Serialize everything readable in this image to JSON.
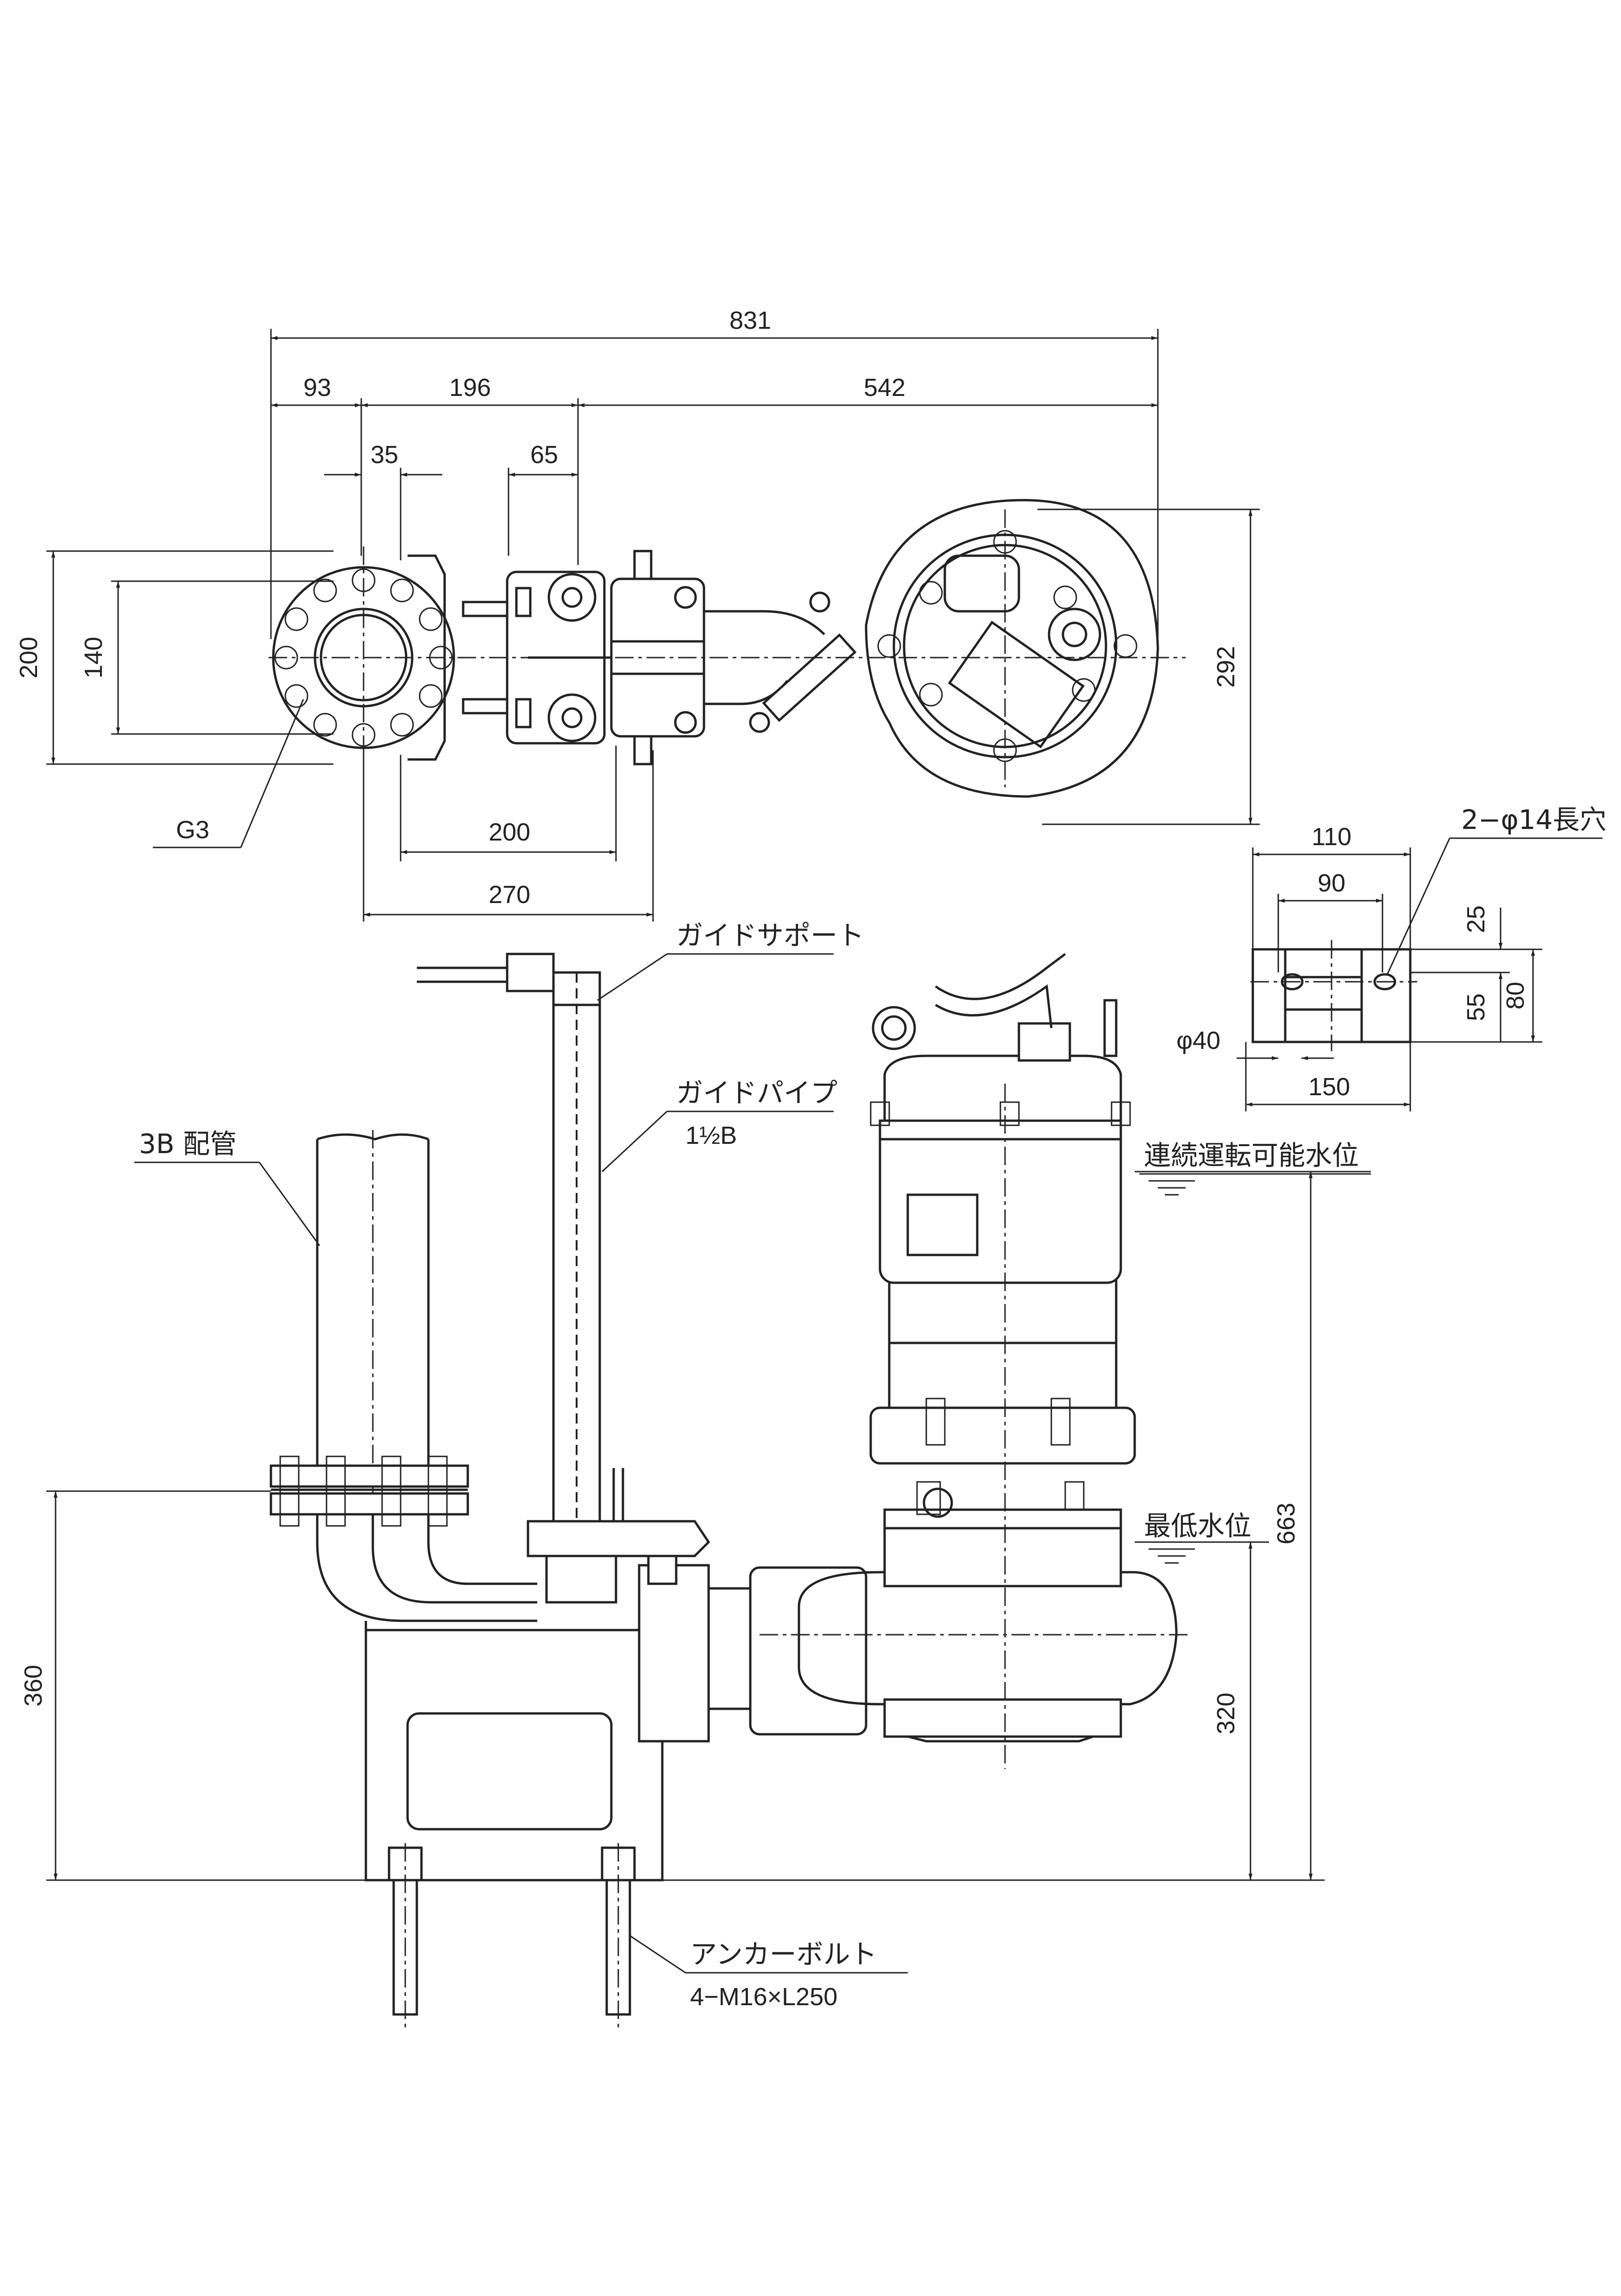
{
  "dimensions": {
    "overall_length": "831",
    "flange_offset": "93",
    "guide_span": "196",
    "pump_span": "542",
    "bolt_offset": "35",
    "guide_offset": "65",
    "flange_height": "200",
    "bolt_pitch": "140",
    "pump_width": "292",
    "base_inner": "200",
    "base_outer": "270",
    "pipe_height": "360",
    "low_level_height": "320",
    "continuous_level_height": "663",
    "support_width": "110",
    "support_pitch": "90",
    "support_slot_offset": "25",
    "support_slot_height": "55",
    "support_height": "80",
    "support_base": "150",
    "support_hole": "φ40"
  },
  "labels": {
    "pipe_thread": "G3",
    "slot_spec": "2−φ14長穴",
    "guide_support": "ガイドサポート",
    "guide_pipe": "ガイドパイプ",
    "guide_pipe_size": "1½B",
    "discharge_pipe": "3B 配管",
    "continuous_level": "連続運転可能水位",
    "low_level": "最低水位",
    "anchor_bolt": "アンカーボルト",
    "anchor_bolt_spec": "4−M16×L250"
  }
}
